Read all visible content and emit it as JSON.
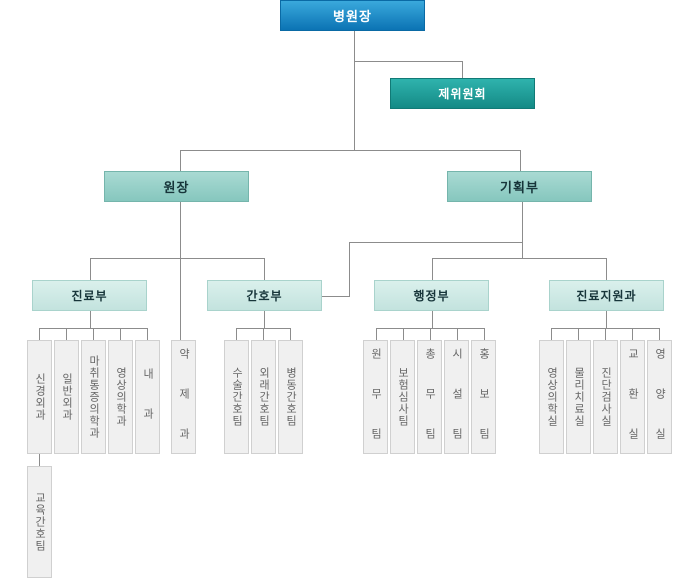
{
  "org": {
    "director": "병원장",
    "committee": "제위원회",
    "hospital_head": "원장",
    "planning": "기획부",
    "departments": {
      "medical": "진료부",
      "nursing": "간호부",
      "admin": "행정부",
      "support": "진료지원과"
    },
    "medical_units": [
      "신경외과",
      "일반외과",
      "마취통증의학과",
      "영상의학과",
      "내 과"
    ],
    "medical_sub": "교육간호팀",
    "pharmacy": "약 제 과",
    "nursing_units": [
      "수술간호팀",
      "외래간호팀",
      "병동간호팀"
    ],
    "admin_units": [
      "원 무 팀",
      "보험심사팀",
      "총 무 팀",
      "시 설 팀",
      "홍 보 팀"
    ],
    "support_units": [
      "영상의학실",
      "물리치료실",
      "진단검사실",
      "교 환 실",
      "영 양 실"
    ]
  }
}
